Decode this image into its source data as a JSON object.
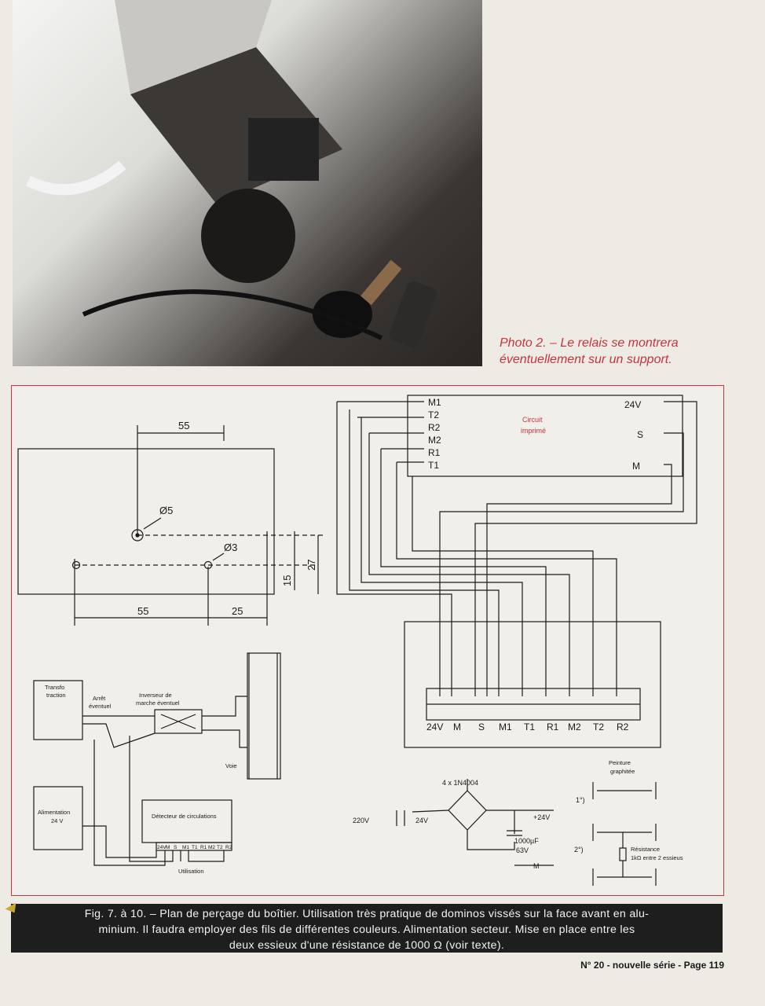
{
  "photo": {
    "caption_line1": "Photo 2. – Le relais se montrera",
    "caption_line2": "éventuellement sur un support."
  },
  "drilling_plan": {
    "dim_top": "55",
    "dim_bottom_left": "55",
    "dim_bottom_right": "25",
    "dim_15": "15",
    "dim_27": "27",
    "hole_large": "Ø5",
    "hole_small": "Ø3"
  },
  "wiring_diagram": {
    "circuit_label_1": "Circuit",
    "circuit_label_2": "imprimé",
    "left_pins": [
      "M1",
      "T2",
      "R2",
      "M2",
      "R1",
      "T1"
    ],
    "right_pins": [
      "24V",
      "S",
      "M"
    ],
    "terminals": [
      "24V",
      "M",
      "S",
      "M1",
      "T1",
      "R1",
      "M2",
      "T2",
      "R2"
    ]
  },
  "block_diagram": {
    "transfo_1": "Transfo",
    "transfo_2": "traction",
    "arret_1": "Arrêt",
    "arret_2": "éventuel",
    "inverseur_1": "Inverseur de",
    "inverseur_2": "marche éventuel",
    "voie": "Voie",
    "alim_1": "Alimentation",
    "alim_2": "24 V",
    "detecteur": "Détecteur de circulations",
    "det_pins": [
      "24V",
      "M",
      "S",
      "M1",
      "T1",
      "R1",
      "M2",
      "T2",
      "R2"
    ],
    "utilisation": "Utilisation"
  },
  "power_supply": {
    "bridge": "4 x 1N4004",
    "v220": "220V",
    "v24": "24V",
    "plus24": "+24V",
    "cap1": "1000µF",
    "cap2": "63V",
    "m": "M"
  },
  "axle": {
    "peinture_1": "Peinture",
    "peinture_2": "graphitée",
    "n1": "1°)",
    "n2": "2°)",
    "res_1": "Résistance",
    "res_2": "1kΩ entre 2 essieus"
  },
  "banner": {
    "line1": "Fig. 7. à 10. – Plan de perçage du boîtier. Utilisation très pratique de dominos vissés sur la face avant en alu-",
    "line2": "minium. Il faudra employer des fils de différentes couleurs. Alimentation secteur. Mise en place entre les",
    "line3": "deux essieux d'une résistance de 1000 Ω (voir texte)."
  },
  "footer": "N° 20 - nouvelle série - Page 119",
  "colors": {
    "accent": "#c3343d",
    "banner_bg": "#1e1e1e"
  }
}
